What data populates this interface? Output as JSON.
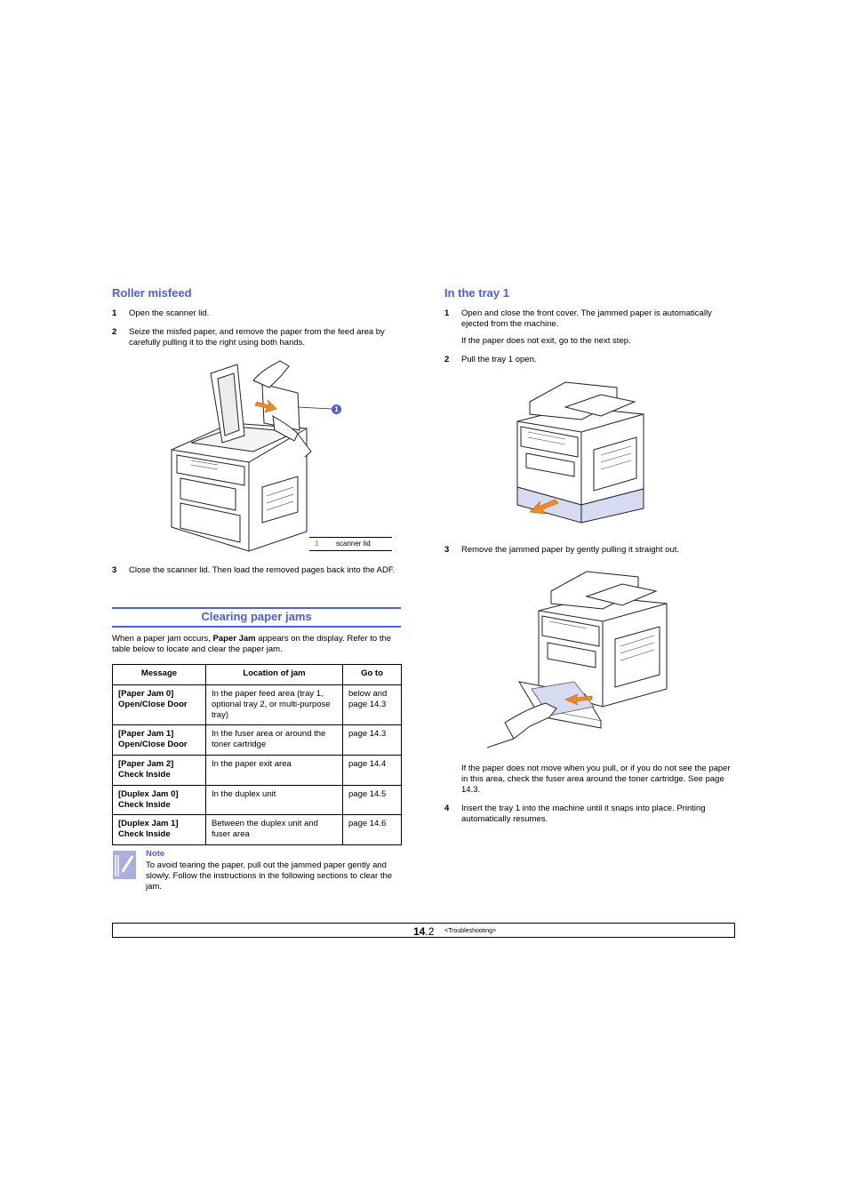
{
  "left_column": {
    "roller_misfeed": {
      "heading": "Roller misfeed",
      "steps": [
        {
          "num": "1",
          "text": "Open the scanner lid."
        },
        {
          "num": "2",
          "text": "Seize the misfed paper, and remove the paper from the feed area by carefully pulling it to the right using both hands."
        },
        {
          "num": "3",
          "text": "Close the scanner lid. Then load the removed pages back into the ADF."
        }
      ],
      "figure_callout_number": "1",
      "legend": {
        "num": "1",
        "label": "scanner lid"
      }
    },
    "clearing": {
      "heading": "Clearing paper jams",
      "intro_prefix": "When a paper jam occurs, ",
      "intro_bold": "Paper Jam",
      "intro_suffix": " appears on the display. Refer to the table below to locate and clear the paper jam.",
      "table": {
        "headers": [
          "Message",
          "Location of jam",
          "Go to"
        ],
        "rows": [
          {
            "message": "[Paper Jam 0] Open/Close Door",
            "location": "In the paper feed area (tray 1, optional tray 2, or multi-purpose tray)",
            "goto": "below and page 14.3"
          },
          {
            "message": "[Paper Jam 1] Open/Close Door",
            "location": "In the fuser area or around the toner cartridge",
            "goto": "page 14.3"
          },
          {
            "message": "[Paper Jam 2] Check Inside",
            "location": "In the paper exit area",
            "goto": "page 14.4"
          },
          {
            "message": "[Duplex Jam 0] Check Inside",
            "location": "In the duplex unit",
            "goto": "page 14.5"
          },
          {
            "message": "[Duplex Jam 1] Check Inside",
            "location": "Between the duplex unit and fuser area",
            "goto": "page 14.6"
          }
        ]
      },
      "note": {
        "title": "Note",
        "text": "To avoid tearing the paper, pull out the jammed paper gently and slowly. Follow the instructions in the following sections to clear the jam."
      }
    }
  },
  "right_column": {
    "heading": "In the tray 1",
    "step1": {
      "num": "1",
      "text": "Open and close the front cover. The jammed paper is automatically ejected from the machine."
    },
    "step1_sub": "If the paper does not exit, go to the next step.",
    "step2": {
      "num": "2",
      "text": "Pull the tray 1 open."
    },
    "step3": {
      "num": "3",
      "text": "Remove the jammed paper by gently pulling it straight out."
    },
    "step3_sub": "If the paper does not move when you pull, or if you do not see the paper in this area, check the fuser area around the toner cartridge. See page 14.3.",
    "step4": {
      "num": "4",
      "text": "Insert the tray 1 into the machine until it snaps into place. Printing automatically resumes."
    }
  },
  "footer": {
    "page_major": "14",
    "page_minor": ".2",
    "section": "<Troubleshooting>"
  },
  "colors": {
    "accent_blue": "#4a5ee8",
    "arrow_orange": "#f08a24",
    "legend_orange": "#e8922a"
  }
}
